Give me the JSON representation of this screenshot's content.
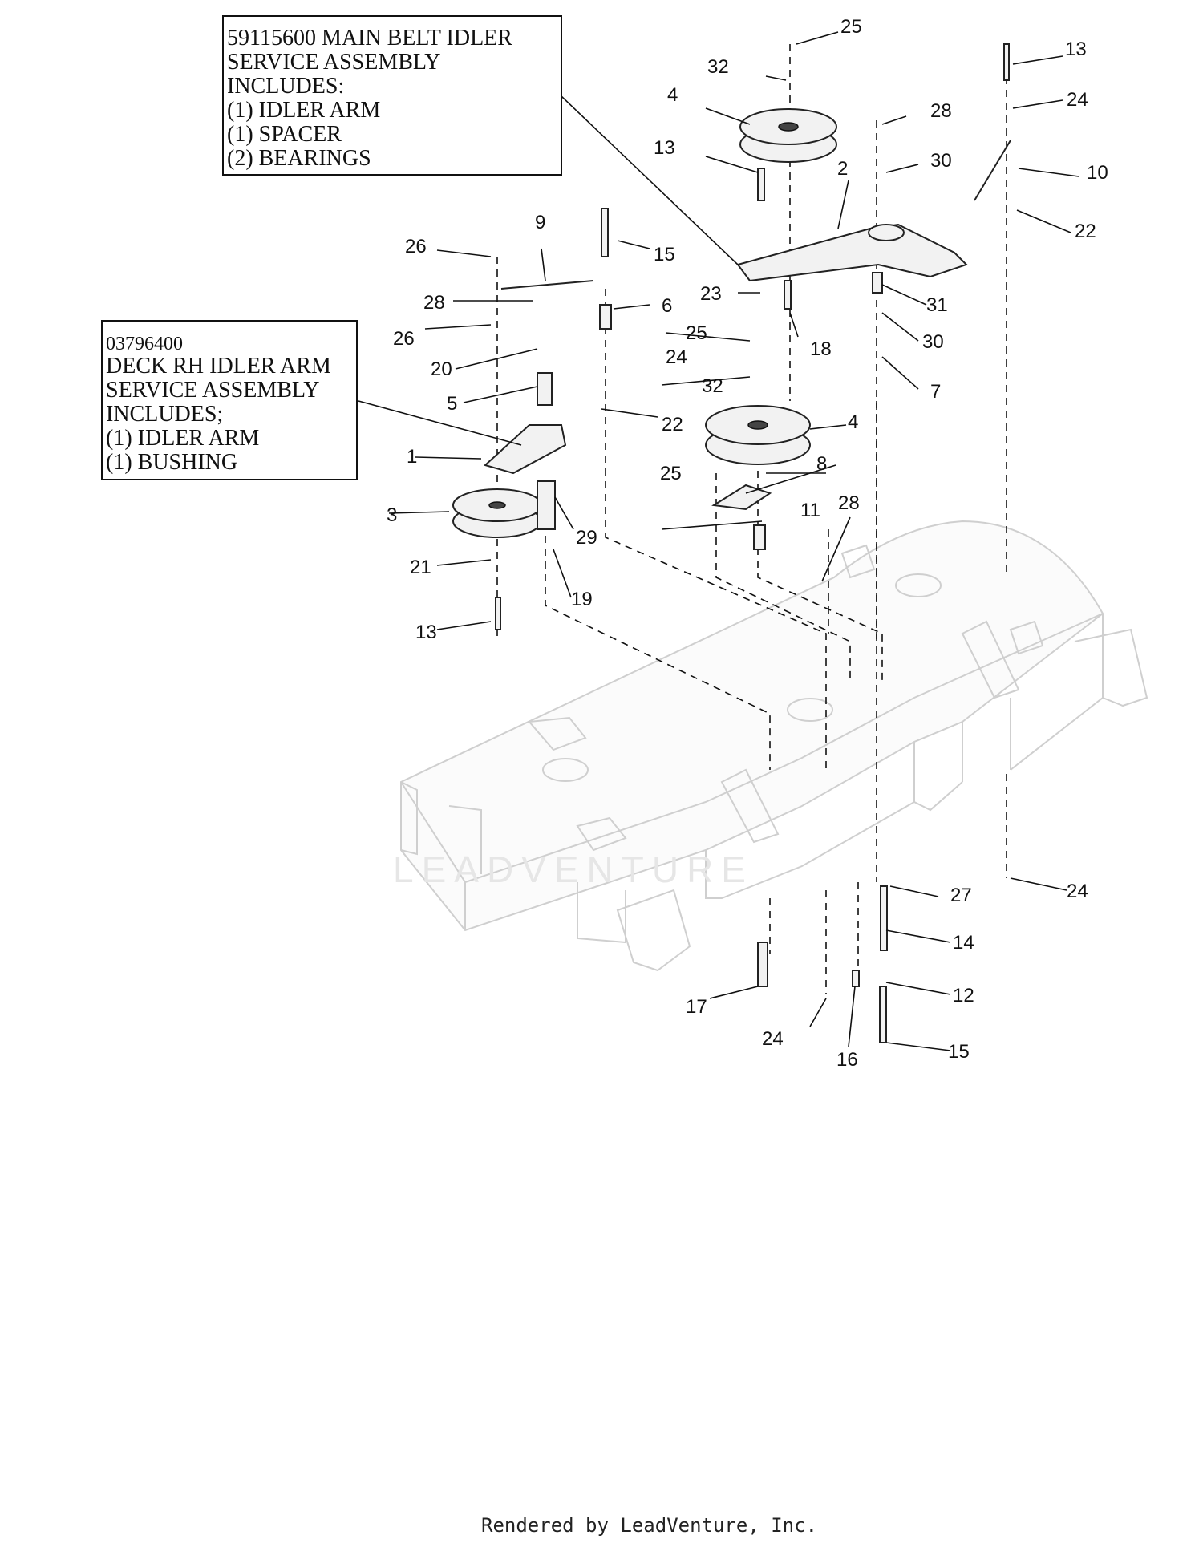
{
  "boxes": {
    "main_belt": {
      "lines": [
        "59115600 MAIN BELT IDLER",
        "SERVICE ASSEMBLY",
        "INCLUDES:",
        "(1) IDLER ARM",
        "(1) SPACER",
        "(2) BEARINGS"
      ]
    },
    "rh_idler": {
      "lines": [
        "03796400",
        "DECK RH IDLER ARM",
        "SERVICE ASSEMBLY",
        "INCLUDES;",
        "(1) IDLER ARM",
        "(1)  BUSHING"
      ]
    }
  },
  "callouts": [
    "25",
    "32",
    "4",
    "13",
    "28",
    "30",
    "10",
    "13",
    "24",
    "2",
    "22",
    "9",
    "15",
    "26",
    "28",
    "26",
    "6",
    "23",
    "18",
    "31",
    "30",
    "20",
    "25",
    "24",
    "32",
    "7",
    "5",
    "22",
    "4",
    "1",
    "25",
    "8",
    "3",
    "11",
    "28",
    "29",
    "21",
    "19",
    "13",
    "24",
    "27",
    "14",
    "12",
    "17",
    "24",
    "16",
    "15"
  ],
  "watermark": "LEADVENTURE",
  "footer": "Rendered by LeadVenture, Inc."
}
